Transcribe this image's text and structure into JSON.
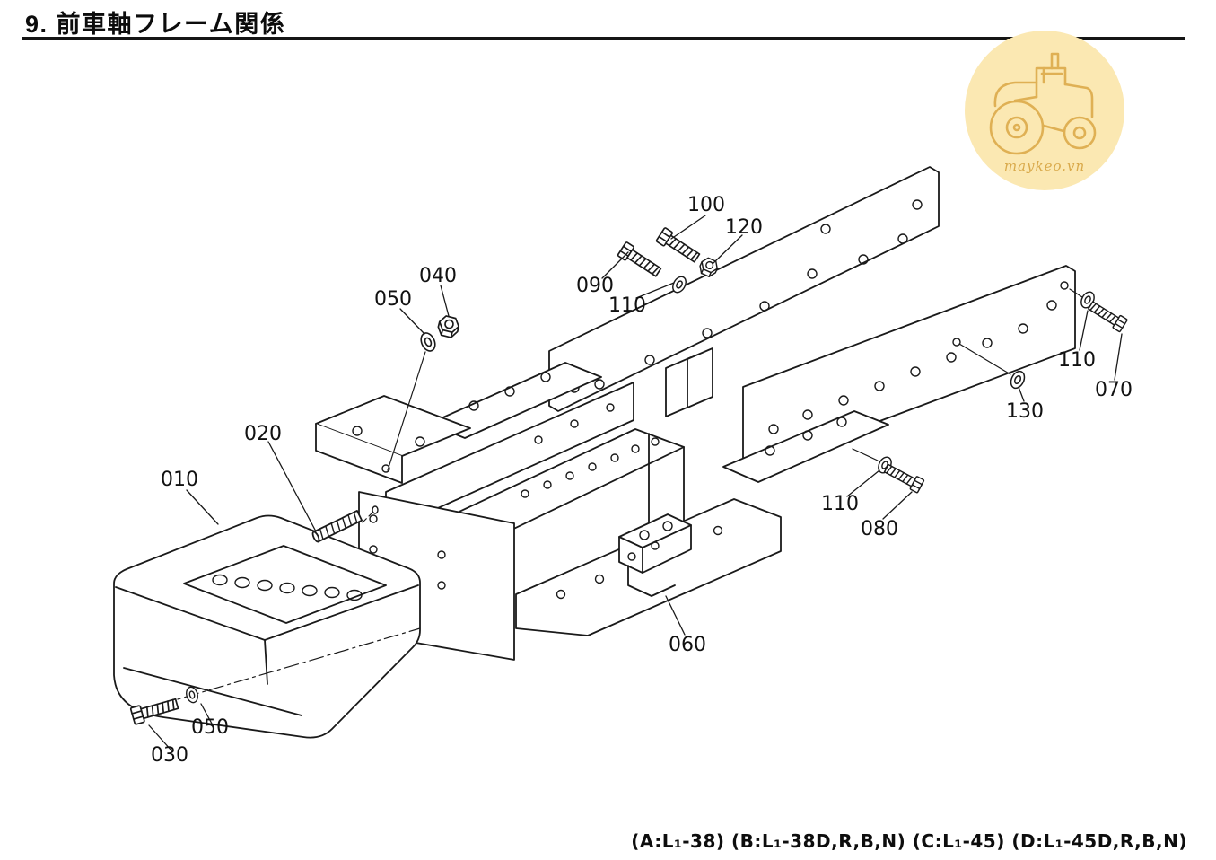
{
  "page": {
    "heading": "9. 前車軸フレーム関係",
    "footer_note": "(A:L₁-38) (B:L₁-38D,R,B,N) (C:L₁-45) (D:L₁-45D,R,B,N)"
  },
  "watermark": {
    "label": "maykeo.vn",
    "icon": "tractor-icon",
    "circle_color": "#fbe8b2",
    "line_color": "#dcab4a"
  },
  "diagram": {
    "type": "exploded-parts-diagram",
    "subject": "前車軸フレーム",
    "line_color": "#1a1a1a",
    "part_numbers": [
      "010",
      "020",
      "030",
      "040",
      "050",
      "060",
      "070",
      "080",
      "090",
      "100",
      "110",
      "120",
      "130"
    ],
    "callouts": [
      {
        "ref": "010"
      },
      {
        "ref": "020"
      },
      {
        "ref": "030"
      },
      {
        "ref": "040"
      },
      {
        "ref": "050"
      },
      {
        "ref": "050"
      },
      {
        "ref": "060"
      },
      {
        "ref": "070"
      },
      {
        "ref": "080"
      },
      {
        "ref": "090"
      },
      {
        "ref": "100"
      },
      {
        "ref": "110"
      },
      {
        "ref": "110"
      },
      {
        "ref": "110"
      },
      {
        "ref": "120"
      },
      {
        "ref": "130"
      }
    ]
  }
}
